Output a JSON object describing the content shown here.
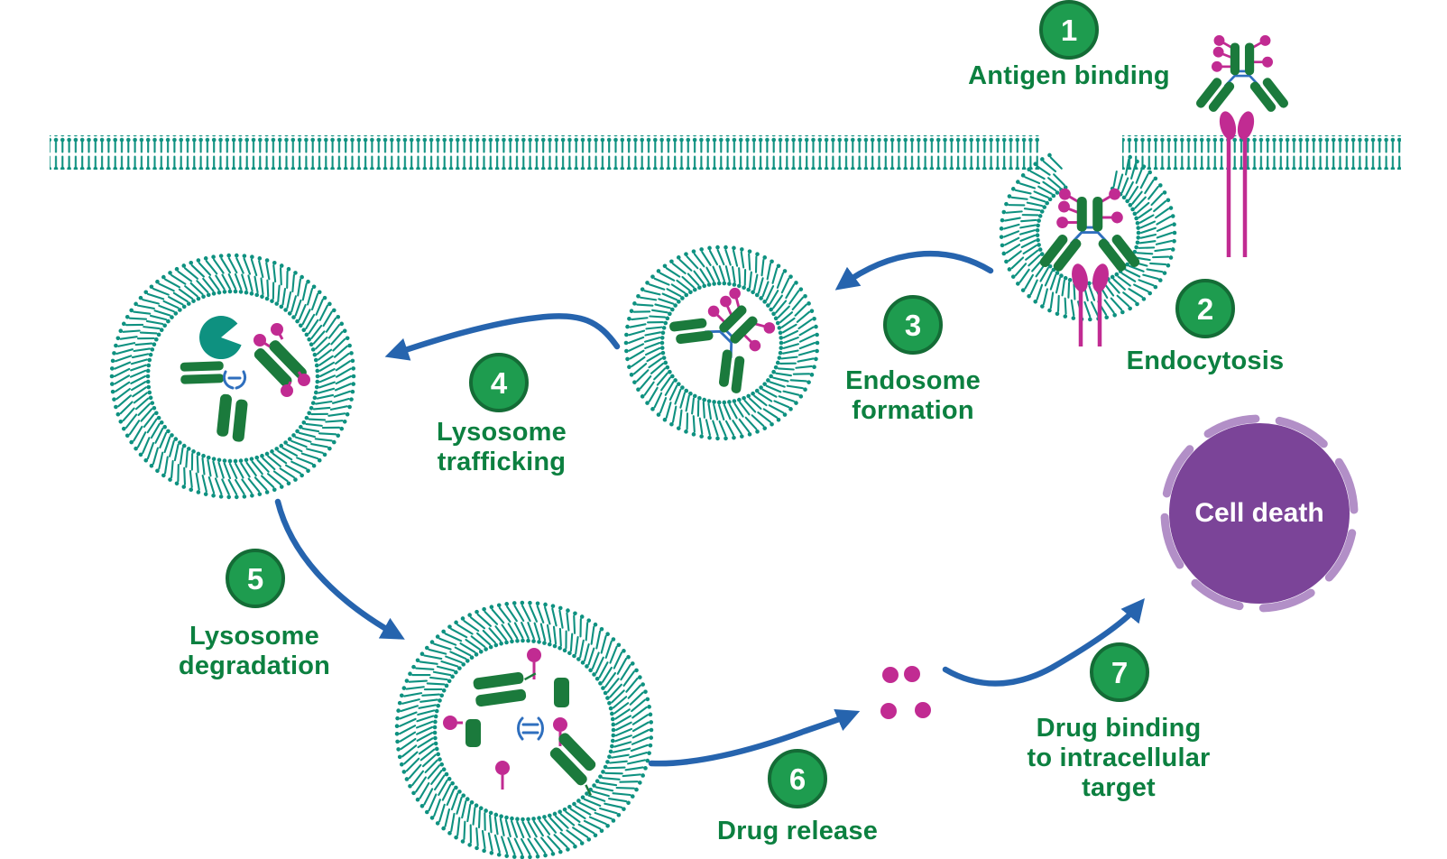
{
  "diagram": {
    "steps": [
      {
        "number": "1",
        "label_lines": [
          "Antigen binding"
        ]
      },
      {
        "number": "2",
        "label_lines": [
          "Endocytosis"
        ]
      },
      {
        "number": "3",
        "label_lines": [
          "Endosome",
          "formation"
        ]
      },
      {
        "number": "4",
        "label_lines": [
          "Lysosome",
          "trafficking"
        ]
      },
      {
        "number": "5",
        "label_lines": [
          "Lysosome",
          "degradation"
        ]
      },
      {
        "number": "6",
        "label_lines": [
          "Drug release"
        ]
      },
      {
        "number": "7",
        "label_lines": [
          "Drug binding",
          "to intracellular",
          "target"
        ]
      }
    ],
    "cell_death_label": "Cell death",
    "colors": {
      "membrane_teal": "#0E9180",
      "antibody_green": "#1B7A3C",
      "label_green": "#0C8040",
      "badge_green": "#1E9C4F",
      "badge_border_green": "#146C36",
      "drug_pink": "#C12B92",
      "arrow_blue": "#2664AE",
      "hinge_blue": "#2F6FBE",
      "cell_purple": "#7B4498",
      "cell_purple_light": "#B28FC7"
    }
  }
}
